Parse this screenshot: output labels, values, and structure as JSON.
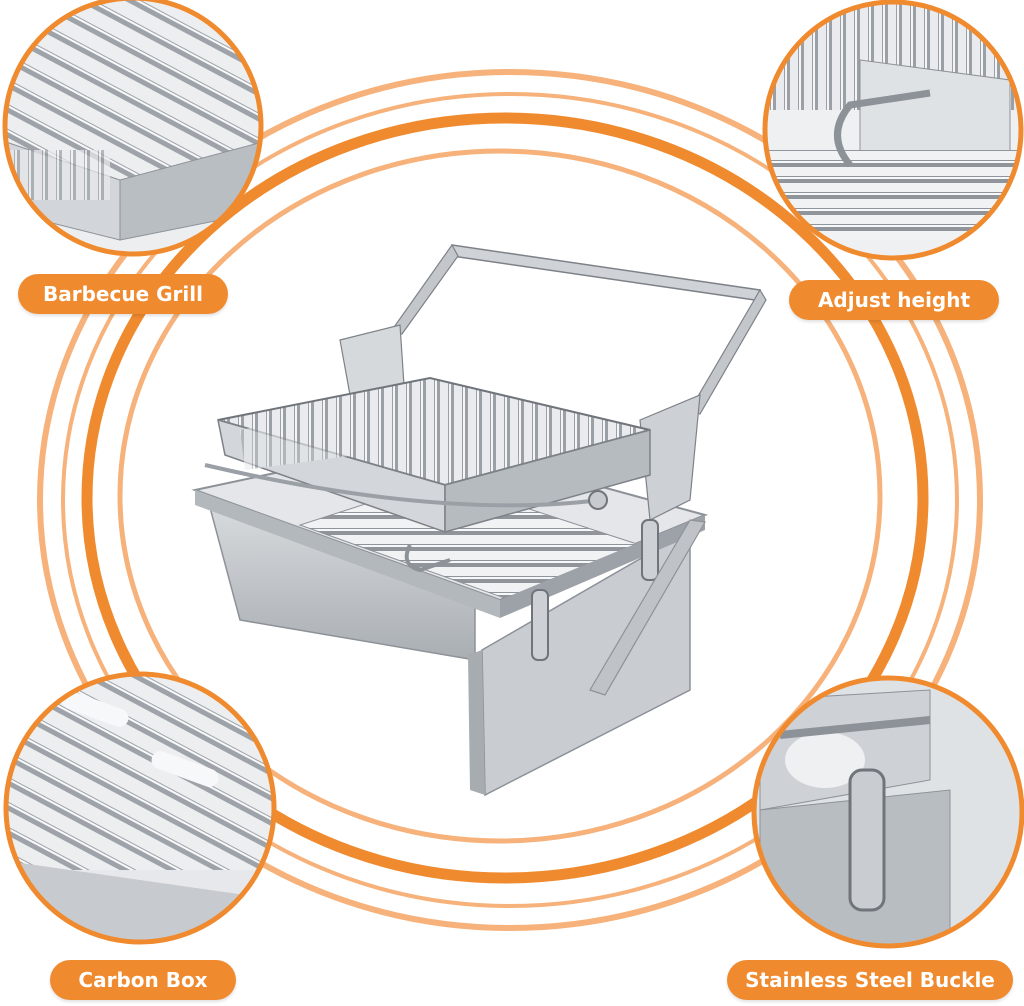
{
  "colors": {
    "accent": "#f08a2e",
    "accent_light": "#f6b27a",
    "steel": "#c9ccd0",
    "steel_dark": "#7d8288",
    "background": "#ffffff"
  },
  "labels": {
    "barbecue_grill": "Barbecue Grill",
    "adjust_height": "Adjust height",
    "carbon_box": "Carbon Box",
    "stainless_buckle": "Stainless Steel Buckle"
  },
  "images": {
    "main": "stainless-steel-grill",
    "detail_top_left": "grill-grate-closeup",
    "detail_top_right": "height-adjust-hook-closeup",
    "detail_bottom_left": "carbon-box-closeup",
    "detail_bottom_right": "buckle-latch-closeup"
  }
}
